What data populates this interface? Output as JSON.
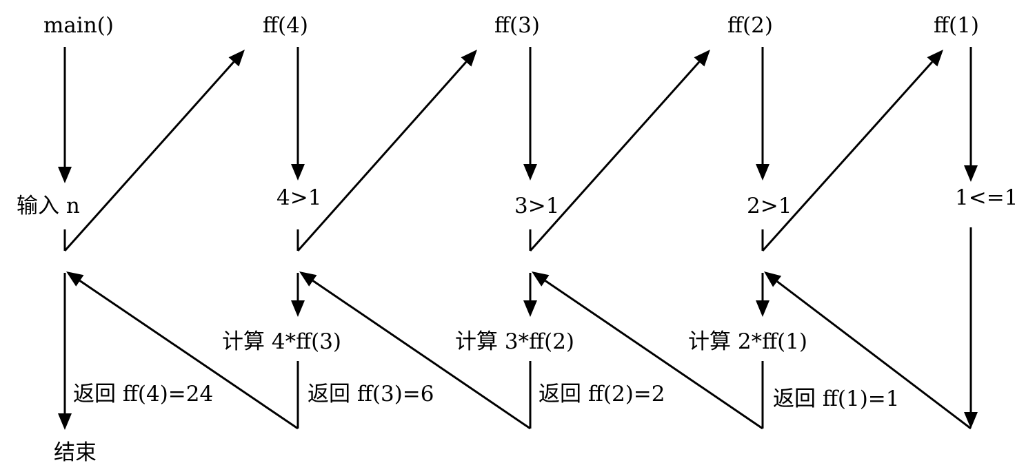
{
  "header": {
    "main": "main()",
    "ff4": "ff(4)",
    "ff3": "ff(3)",
    "ff2": "ff(2)",
    "ff1": "ff(1)"
  },
  "checks": {
    "input": "输入 n",
    "c4": "4>1",
    "c3": "3>1",
    "c2": "2>1",
    "c1": "1<=1"
  },
  "compute": {
    "k4": "计算 4*ff(3)",
    "k3": "计算 3*ff(2)",
    "k2": "计算 2*ff(1)"
  },
  "returns": {
    "r4": "返回 ff(4)=24",
    "r3": "返回 ff(3)=6",
    "r2": "返回 ff(2)=2",
    "r1": "返回 ff(1)=1"
  },
  "end": "结束",
  "colors": {
    "ink": "#000000",
    "background": "#ffffff"
  }
}
